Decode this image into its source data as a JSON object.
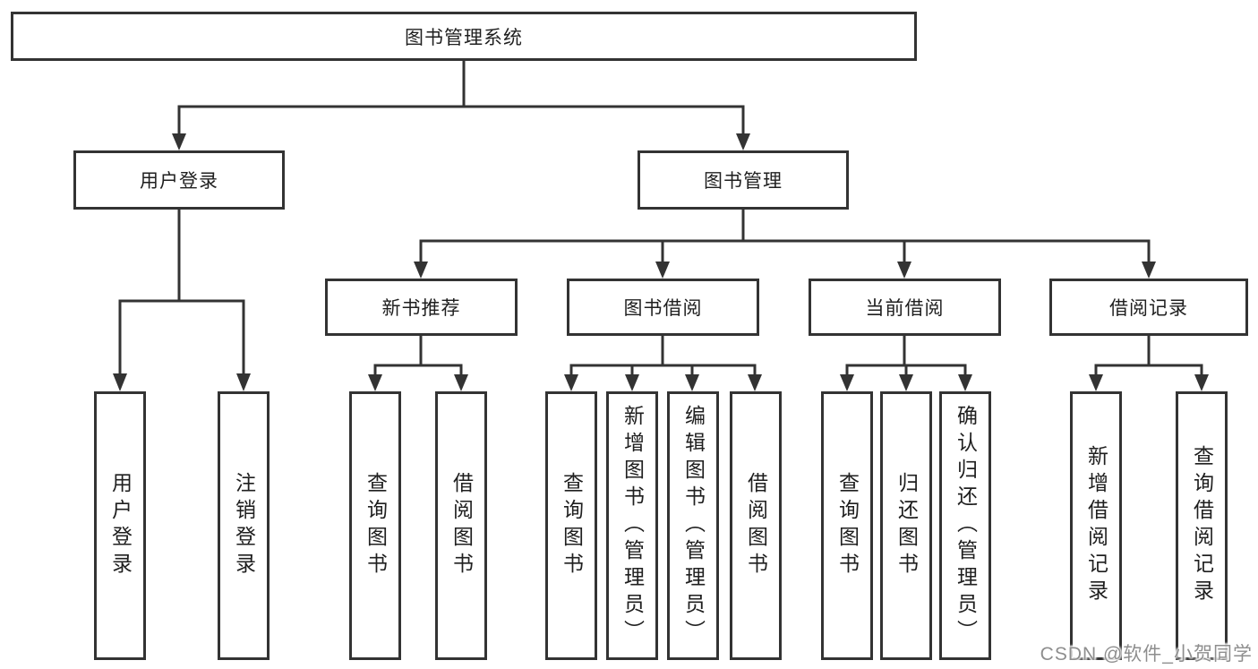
{
  "diagram": {
    "root": "图书管理系统",
    "user_login": {
      "label": "用户登录",
      "children": [
        "用户登录",
        "注销登录"
      ]
    },
    "book_management": {
      "label": "图书管理",
      "sections": [
        {
          "label": "新书推荐",
          "children": [
            "查询图书",
            "借阅图书"
          ]
        },
        {
          "label": "图书借阅",
          "children": [
            "查询图书",
            "新增图书（管理员）",
            "编辑图书（管理员）",
            "借阅图书"
          ]
        },
        {
          "label": "当前借阅",
          "children": [
            "查询图书",
            "归还图书",
            "确认归还（管理员）"
          ]
        },
        {
          "label": "借阅记录",
          "children": [
            "新增借阅记录",
            "查询借阅记录"
          ]
        }
      ]
    }
  },
  "watermark": {
    "text": "CSDN @软件_小贺同学"
  },
  "colors": {
    "line": "#333333",
    "box_border": "#333333",
    "text": "#1f1f1f",
    "watermark": "#8e8e8e",
    "background": "#ffffff"
  }
}
